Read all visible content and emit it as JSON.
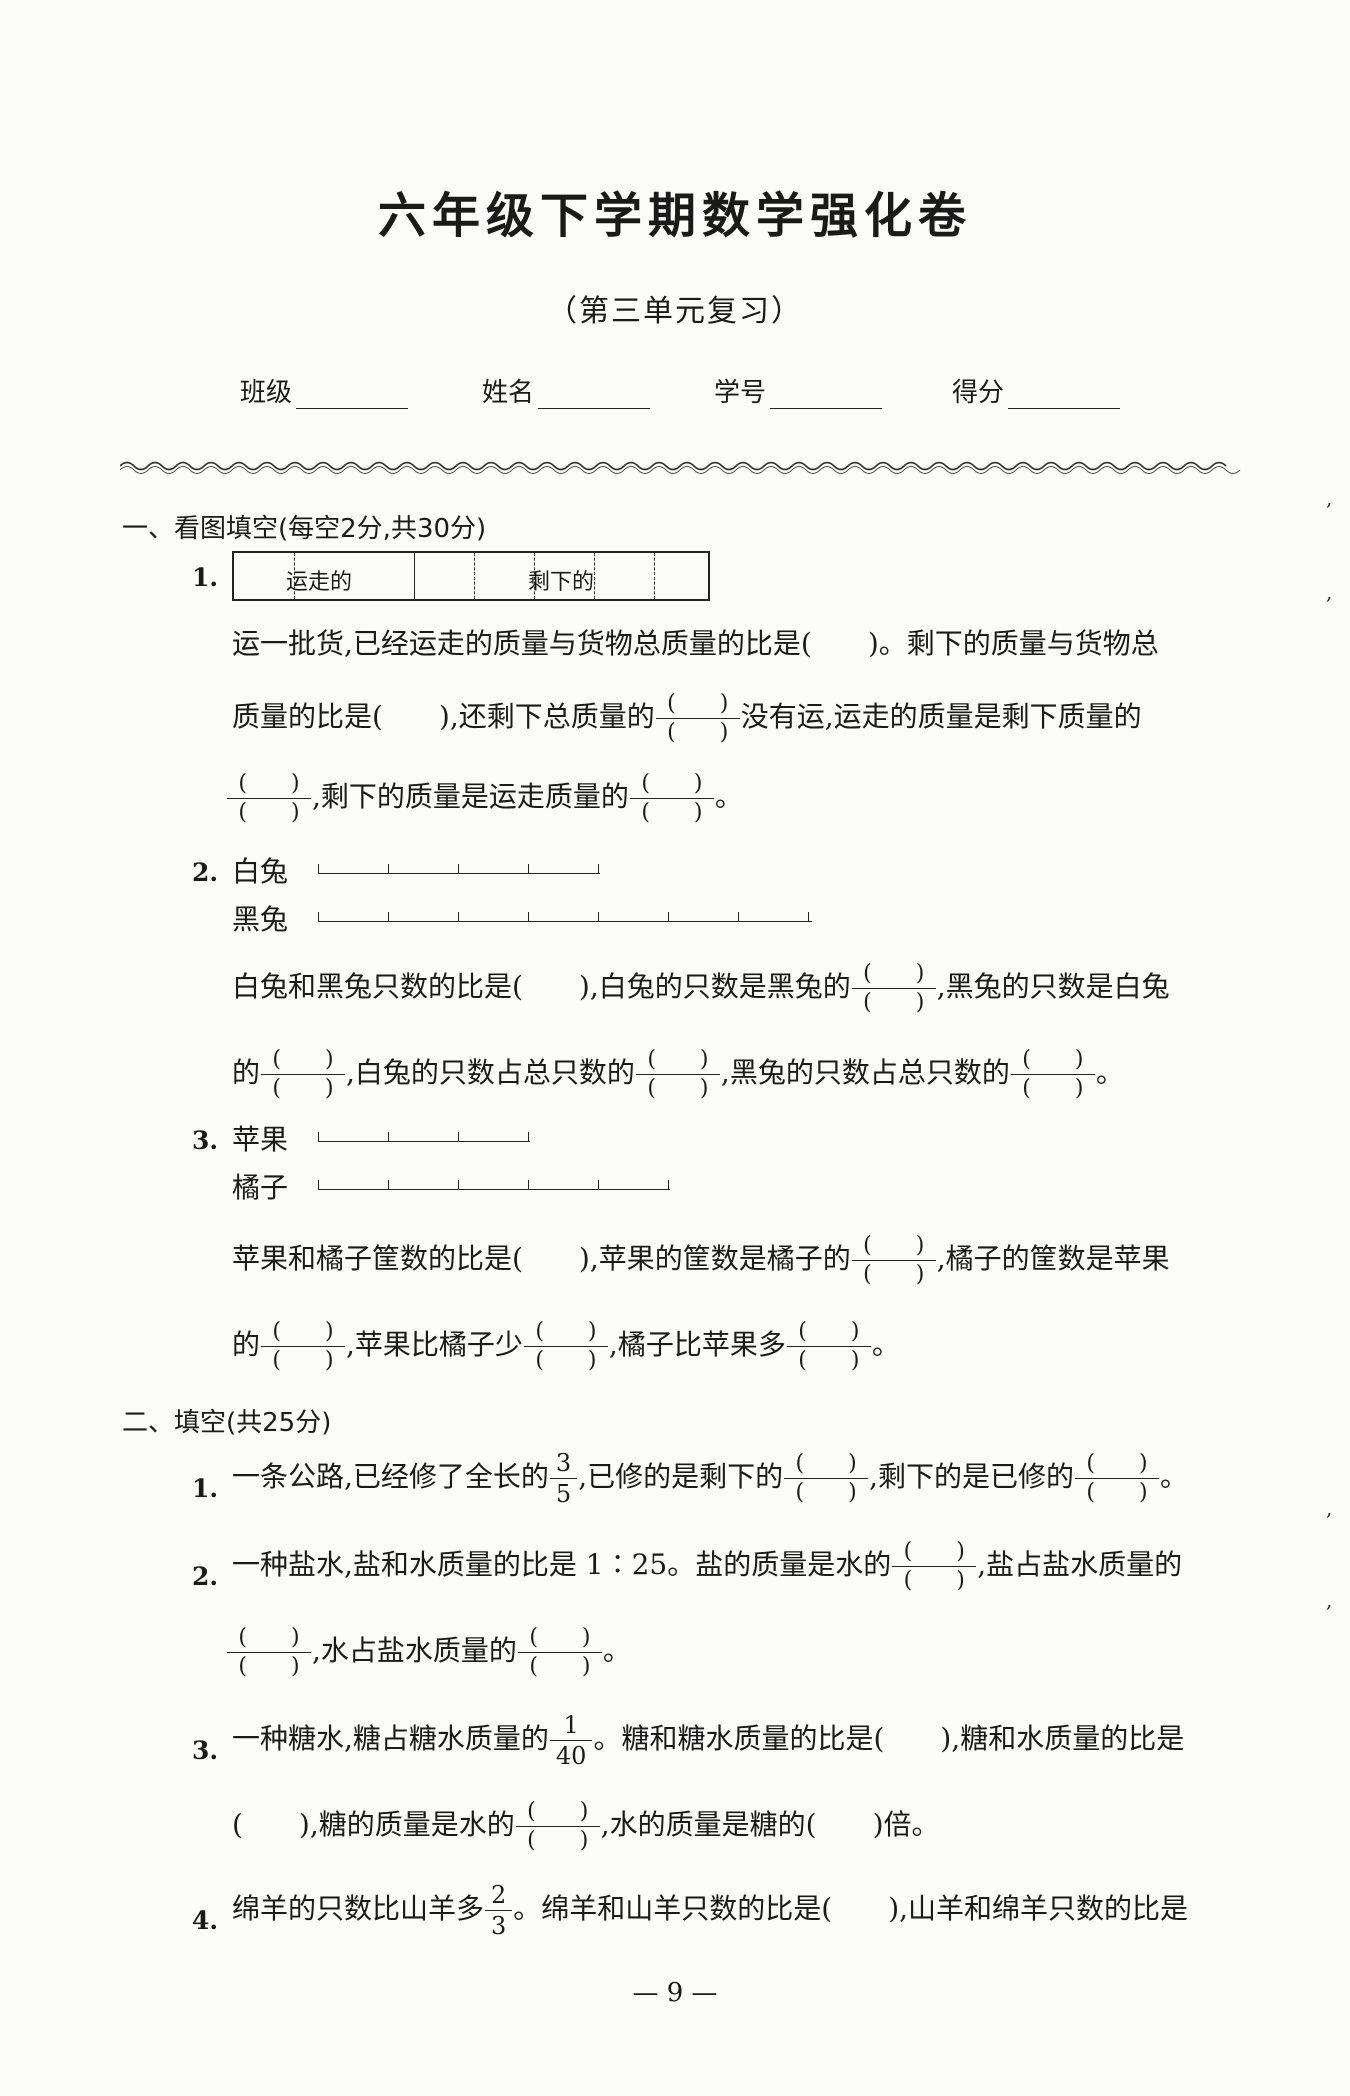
{
  "header": {
    "title": "六年级下学期数学强化卷",
    "subtitle": "（第三单元复习）",
    "fields": [
      "班级",
      "姓名",
      "学号",
      "得分"
    ]
  },
  "section1": {
    "heading": "一、看图填空(每空2分,共30分)",
    "q1": {
      "num": "1.",
      "box_labels": [
        "运走的",
        "剩下的"
      ],
      "line1": "运一批货,已经运走的质量与货物总质量的比是(　　)。剩下的质量与货物总",
      "line2a": "质量的比是(　　),还剩下总质量的",
      "line2b": "没有运,运走的质量是剩下质量的",
      "line3a": ",剩下的质量是运走质量的",
      "line3b": "。"
    },
    "q2": {
      "num": "2.",
      "label_a": "白兔",
      "label_b": "黑兔",
      "line1a": "白兔和黑兔只数的比是(　　),白兔的只数是黑兔的",
      "line1b": ",黑兔的只数是白兔",
      "line2a": "的",
      "line2b": ",白兔的只数占总只数的",
      "line2c": ",黑兔的只数占总只数的",
      "line2d": "。"
    },
    "q3": {
      "num": "3.",
      "label_a": "苹果",
      "label_b": "橘子",
      "line1a": "苹果和橘子筐数的比是(　　),苹果的筐数是橘子的",
      "line1b": ",橘子的筐数是苹果",
      "line2a": "的",
      "line2b": ",苹果比橘子少",
      "line2c": ",橘子比苹果多",
      "line2d": "。"
    }
  },
  "section2": {
    "heading": "二、填空(共25分)",
    "q1": {
      "num": "1.",
      "a": "一条公路,已经修了全长的",
      "frac_n": "3",
      "frac_d": "5",
      "b": ",已修的是剩下的",
      "c": ",剩下的是已修的",
      "d": "。"
    },
    "q2": {
      "num": "2.",
      "a": "一种盐水,盐和水质量的比是 1∶25。盐的质量是水的",
      "b": ",盐占盐水质量的",
      "c": ",水占盐水质量的",
      "d": "。"
    },
    "q3": {
      "num": "3.",
      "a": "一种糖水,糖占糖水质量的",
      "frac_n": "1",
      "frac_d": "40",
      "b": "。糖和糖水质量的比是(　　),糖和水质量的比是",
      "c": "(　　),糖的质量是水的",
      "d": ",水的质量是糖的(　　)倍。"
    },
    "q4": {
      "num": "4.",
      "a": "绵羊的只数比山羊多",
      "frac_n": "2",
      "frac_d": "3",
      "b": "。绵羊和山羊只数的比是(　　),山羊和绵羊只数的比是"
    }
  },
  "blank_paren": "(　　)",
  "page_number": "— 9 —"
}
